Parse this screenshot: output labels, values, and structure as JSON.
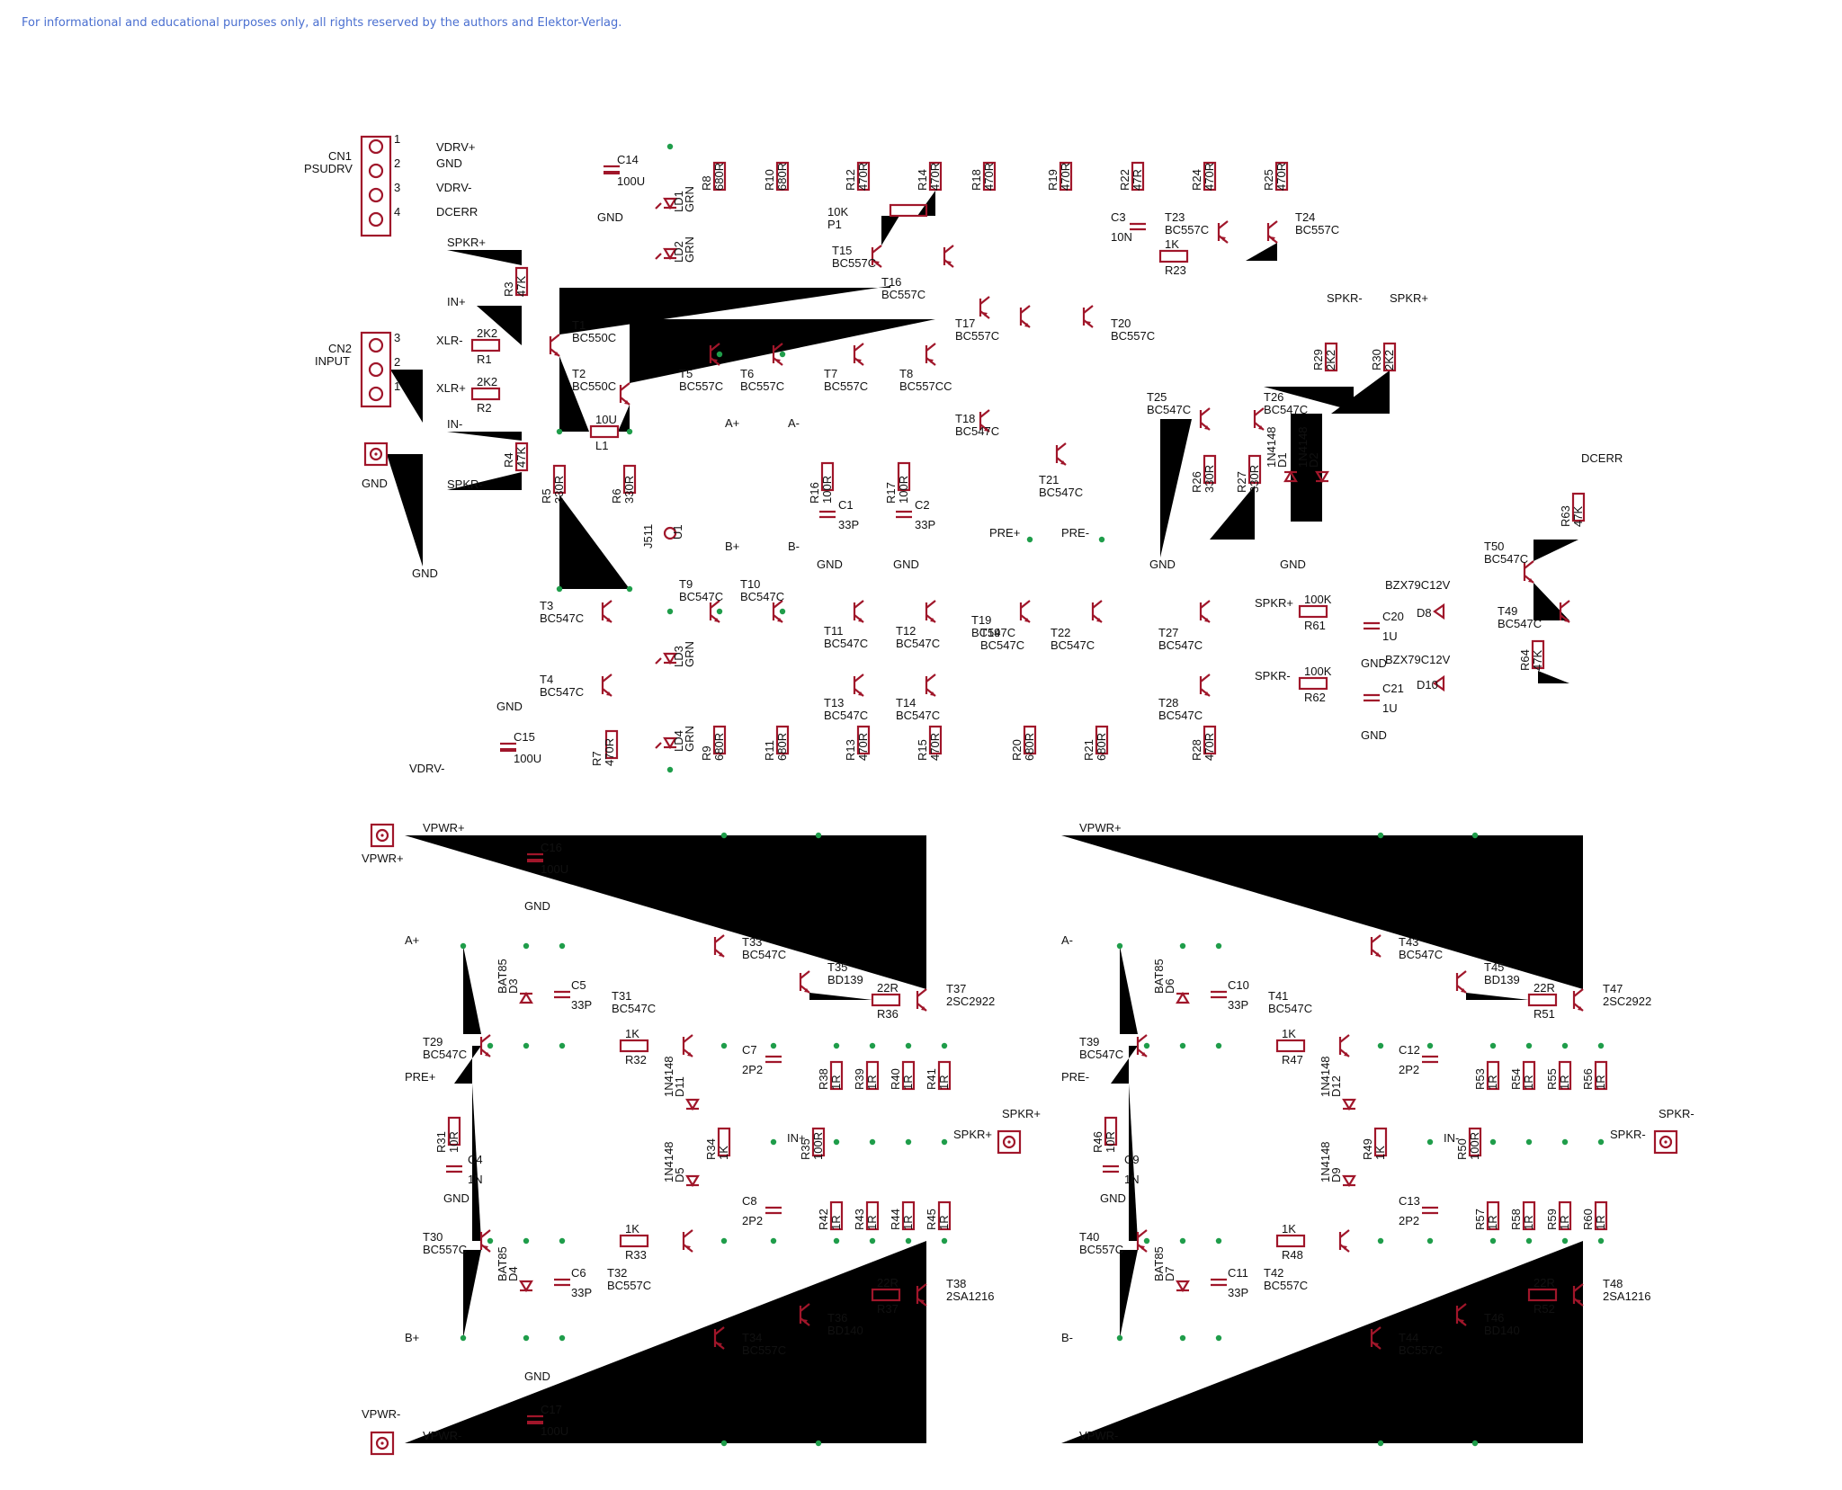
{
  "note": "For informational and educational purposes only, all rights reserved by the authors and Elektor-Verlag.",
  "connectors": {
    "cn1": {
      "name": "CN1",
      "type": "PSUDRV",
      "pins": [
        "1",
        "2",
        "3",
        "4"
      ],
      "nets": [
        "VDRV+",
        "GND",
        "VDRV-",
        "DCERR"
      ]
    },
    "cn2": {
      "name": "CN2",
      "type": "INPUT",
      "pins": [
        "3",
        "2",
        "1"
      ],
      "nets": [
        "XLR-",
        "XLR+"
      ]
    },
    "gnd_terminal": "GND"
  },
  "nets": {
    "vdrv_pos": "VDRV+",
    "vdrv_neg": "VDRV-",
    "gnd": "GND",
    "dcerr": "DCERR",
    "spkr_pos": "SPKR+",
    "spkr_neg": "SPKR-",
    "in_pos": "IN+",
    "in_neg": "IN-",
    "xlr_neg": "XLR-",
    "xlr_pos": "XLR+",
    "a_pos": "A+",
    "a_neg": "A-",
    "b_pos": "B+",
    "b_neg": "B-",
    "pre_pos": "PRE+",
    "pre_neg": "PRE-",
    "vpwr_pos": "VPWR+",
    "vpwr_neg": "VPWR-"
  },
  "components": {
    "R1": {
      "ref": "R1",
      "val": "2K2"
    },
    "R2": {
      "ref": "R2",
      "val": "2K2"
    },
    "R3": {
      "ref": "R3",
      "val": "47K"
    },
    "R4": {
      "ref": "R4",
      "val": "47K"
    },
    "R5": {
      "ref": "R5",
      "val": "330R"
    },
    "R6": {
      "ref": "R6",
      "val": "330R"
    },
    "R7": {
      "ref": "R7",
      "val": "470R"
    },
    "R8": {
      "ref": "R8",
      "val": "680R"
    },
    "R9": {
      "ref": "R9",
      "val": "680R"
    },
    "R10": {
      "ref": "R10",
      "val": "680R"
    },
    "R11": {
      "ref": "R11",
      "val": "680R"
    },
    "R12": {
      "ref": "R12",
      "val": "470R"
    },
    "R13": {
      "ref": "R13",
      "val": "470R"
    },
    "R14": {
      "ref": "R14",
      "val": "470R"
    },
    "R15": {
      "ref": "R15",
      "val": "470R"
    },
    "R16": {
      "ref": "R16",
      "val": "100R"
    },
    "R17": {
      "ref": "R17",
      "val": "100R"
    },
    "R18": {
      "ref": "R18",
      "val": "470R"
    },
    "R19": {
      "ref": "R19",
      "val": "470R"
    },
    "R20": {
      "ref": "R20",
      "val": "680R"
    },
    "R21": {
      "ref": "R21",
      "val": "680R"
    },
    "R22": {
      "ref": "R22",
      "val": "47R"
    },
    "R23": {
      "ref": "R23",
      "val": "1K"
    },
    "R24": {
      "ref": "R24",
      "val": "470R"
    },
    "R25": {
      "ref": "R25",
      "val": "470R"
    },
    "R26": {
      "ref": "R26",
      "val": "330R"
    },
    "R27": {
      "ref": "R27",
      "val": "330R"
    },
    "R28": {
      "ref": "R28",
      "val": "470R"
    },
    "R29": {
      "ref": "R29",
      "val": "2K2"
    },
    "R30": {
      "ref": "R30",
      "val": "2K2"
    },
    "R61": {
      "ref": "R61",
      "val": "100K"
    },
    "R62": {
      "ref": "R62",
      "val": "100K"
    },
    "R63": {
      "ref": "R63",
      "val": "47K"
    },
    "R64": {
      "ref": "R64",
      "val": "47K"
    },
    "L1": {
      "ref": "L1",
      "val": "10U"
    },
    "P1": {
      "ref": "P1",
      "val": "10K"
    },
    "U1": {
      "ref": "U1",
      "val": "J511"
    },
    "C1": {
      "ref": "C1",
      "val": "33P"
    },
    "C2": {
      "ref": "C2",
      "val": "33P"
    },
    "C3": {
      "ref": "C3",
      "val": "10N"
    },
    "C14": {
      "ref": "C14",
      "val": "100U"
    },
    "C15": {
      "ref": "C15",
      "val": "100U"
    },
    "C20": {
      "ref": "C20",
      "val": "1U"
    },
    "C21": {
      "ref": "C21",
      "val": "1U"
    },
    "D1": {
      "ref": "D1",
      "val": "1N4148"
    },
    "D2": {
      "ref": "D2",
      "val": "1N4148"
    },
    "D8": {
      "ref": "D8",
      "val": "BZX79C12V"
    },
    "D10": {
      "ref": "D10",
      "val": "BZX79C12V"
    },
    "LD1": {
      "ref": "LD1",
      "val": "GRN"
    },
    "LD2": {
      "ref": "LD2",
      "val": "GRN"
    },
    "LD3": {
      "ref": "LD3",
      "val": "GRN"
    },
    "LD4": {
      "ref": "LD4",
      "val": "GRN"
    },
    "T1": {
      "ref": "T1",
      "val": "BC550C"
    },
    "T2": {
      "ref": "T2",
      "val": "BC550C"
    },
    "T3": {
      "ref": "T3",
      "val": "BC547C"
    },
    "T4": {
      "ref": "T4",
      "val": "BC547C"
    },
    "T5": {
      "ref": "T5",
      "val": "BC557C"
    },
    "T6": {
      "ref": "T6",
      "val": "BC557C"
    },
    "T7": {
      "ref": "T7",
      "val": "BC557C"
    },
    "T8": {
      "ref": "T8",
      "val": "BC557CC"
    },
    "T9": {
      "ref": "T9",
      "val": "BC547C"
    },
    "T10": {
      "ref": "T10",
      "val": "BC547C"
    },
    "T11": {
      "ref": "T11",
      "val": "BC547C"
    },
    "T12": {
      "ref": "T12",
      "val": "BC547C"
    },
    "T13": {
      "ref": "T13",
      "val": "BC547C"
    },
    "T14": {
      "ref": "T14",
      "val": "BC547C"
    },
    "T15": {
      "ref": "T15",
      "val": "BC557C"
    },
    "T16": {
      "ref": "T16",
      "val": "BC557C"
    },
    "T17": {
      "ref": "T17",
      "val": "BC557C"
    },
    "T18": {
      "ref": "T18",
      "val": "BC547C"
    },
    "T19": {
      "ref": "T19",
      "val": "BC547C"
    },
    "T20": {
      "ref": "T20",
      "val": "BC557C"
    },
    "T21": {
      "ref": "T21",
      "val": "BC547C"
    },
    "T22": {
      "ref": "T22",
      "val": "BC547C"
    },
    "T23": {
      "ref": "T23",
      "val": "BC557C"
    },
    "T24": {
      "ref": "T24",
      "val": "BC557C"
    },
    "T25": {
      "ref": "T25",
      "val": "BC547C"
    },
    "T26": {
      "ref": "T26",
      "val": "BC547C"
    },
    "T27": {
      "ref": "T27",
      "val": "BC547C"
    },
    "T28": {
      "ref": "T28",
      "val": "BC547C"
    },
    "T49": {
      "ref": "T49",
      "val": "BC547C"
    },
    "T50": {
      "ref": "T50",
      "val": "BC547C"
    },
    "C4": {
      "ref": "C4",
      "val": "1N"
    },
    "C5": {
      "ref": "C5",
      "val": "33P"
    },
    "C6": {
      "ref": "C6",
      "val": "33P"
    },
    "C7": {
      "ref": "C7",
      "val": "2P2"
    },
    "C8": {
      "ref": "C8",
      "val": "2P2"
    },
    "C16": {
      "ref": "C16",
      "val": "100U"
    },
    "C17": {
      "ref": "C17",
      "val": "100U"
    },
    "D3": {
      "ref": "D3",
      "val": "BAT85"
    },
    "D4": {
      "ref": "D4",
      "val": "BAT85"
    },
    "D5": {
      "ref": "D5",
      "val": "1N4148"
    },
    "D11": {
      "ref": "D11",
      "val": "1N4148"
    },
    "R31": {
      "ref": "R31",
      "val": "10R"
    },
    "R32": {
      "ref": "R32",
      "val": "1K"
    },
    "R33": {
      "ref": "R33",
      "val": "1K"
    },
    "R34": {
      "ref": "R34",
      "val": "1K"
    },
    "R35": {
      "ref": "R35",
      "val": "100R"
    },
    "R36": {
      "ref": "R36",
      "val": "22R"
    },
    "R37": {
      "ref": "R37",
      "val": "22R"
    },
    "T29": {
      "ref": "T29",
      "val": "BC547C"
    },
    "T30": {
      "ref": "T30",
      "val": "BC557C"
    },
    "T31": {
      "ref": "T31",
      "val": "BC547C"
    },
    "T32": {
      "ref": "T32",
      "val": "BC557C"
    },
    "T33": {
      "ref": "T33",
      "val": "BC547C"
    },
    "T34": {
      "ref": "T34",
      "val": "BC557C"
    },
    "T35": {
      "ref": "T35",
      "val": "BD139"
    },
    "T36": {
      "ref": "T36",
      "val": "BD140"
    },
    "T37": {
      "ref": "T37",
      "val": "2SC2922"
    },
    "T38": {
      "ref": "T38",
      "val": "2SA1216"
    },
    "C9": {
      "ref": "C9",
      "val": "1N"
    },
    "C10": {
      "ref": "C10",
      "val": "33P"
    },
    "C11": {
      "ref": "C11",
      "val": "33P"
    },
    "C12": {
      "ref": "C12",
      "val": "2P2"
    },
    "C13": {
      "ref": "C13",
      "val": "2P2"
    },
    "D6": {
      "ref": "D6",
      "val": "BAT85"
    },
    "D7": {
      "ref": "D7",
      "val": "BAT85"
    },
    "D9": {
      "ref": "D9",
      "val": "1N4148"
    },
    "D12": {
      "ref": "D12",
      "val": "1N4148"
    },
    "R46": {
      "ref": "R46",
      "val": "10R"
    },
    "R47": {
      "ref": "R47",
      "val": "1K"
    },
    "R48": {
      "ref": "R48",
      "val": "1K"
    },
    "R49": {
      "ref": "R49",
      "val": "1K"
    },
    "R50": {
      "ref": "R50",
      "val": "100R"
    },
    "R51": {
      "ref": "R51",
      "val": "22R"
    },
    "R52": {
      "ref": "R52",
      "val": "22R"
    },
    "T39": {
      "ref": "T39",
      "val": "BC547C"
    },
    "T40": {
      "ref": "T40",
      "val": "BC557C"
    },
    "T41": {
      "ref": "T41",
      "val": "BC547C"
    },
    "T42": {
      "ref": "T42",
      "val": "BC557C"
    },
    "T43": {
      "ref": "T43",
      "val": "BC547C"
    },
    "T44": {
      "ref": "T44",
      "val": "BC557C"
    },
    "T45": {
      "ref": "T45",
      "val": "BD139"
    },
    "T46": {
      "ref": "T46",
      "val": "BD140"
    },
    "T47": {
      "ref": "T47",
      "val": "2SC2922"
    },
    "T48": {
      "ref": "T48",
      "val": "2SA1216"
    }
  },
  "emitter_resistors": {
    "left_top": [
      "R38",
      "R39",
      "R40",
      "R41"
    ],
    "left_bottom": [
      "R42",
      "R43",
      "R44",
      "R45"
    ],
    "right_top": [
      "R53",
      "R54",
      "R55",
      "R56"
    ],
    "right_bottom": [
      "R57",
      "R58",
      "R59",
      "R60"
    ],
    "val": "1R"
  },
  "colors": {
    "wire": "#1f9d4a",
    "component": "#a0162a",
    "note": "#4a6fd0"
  }
}
